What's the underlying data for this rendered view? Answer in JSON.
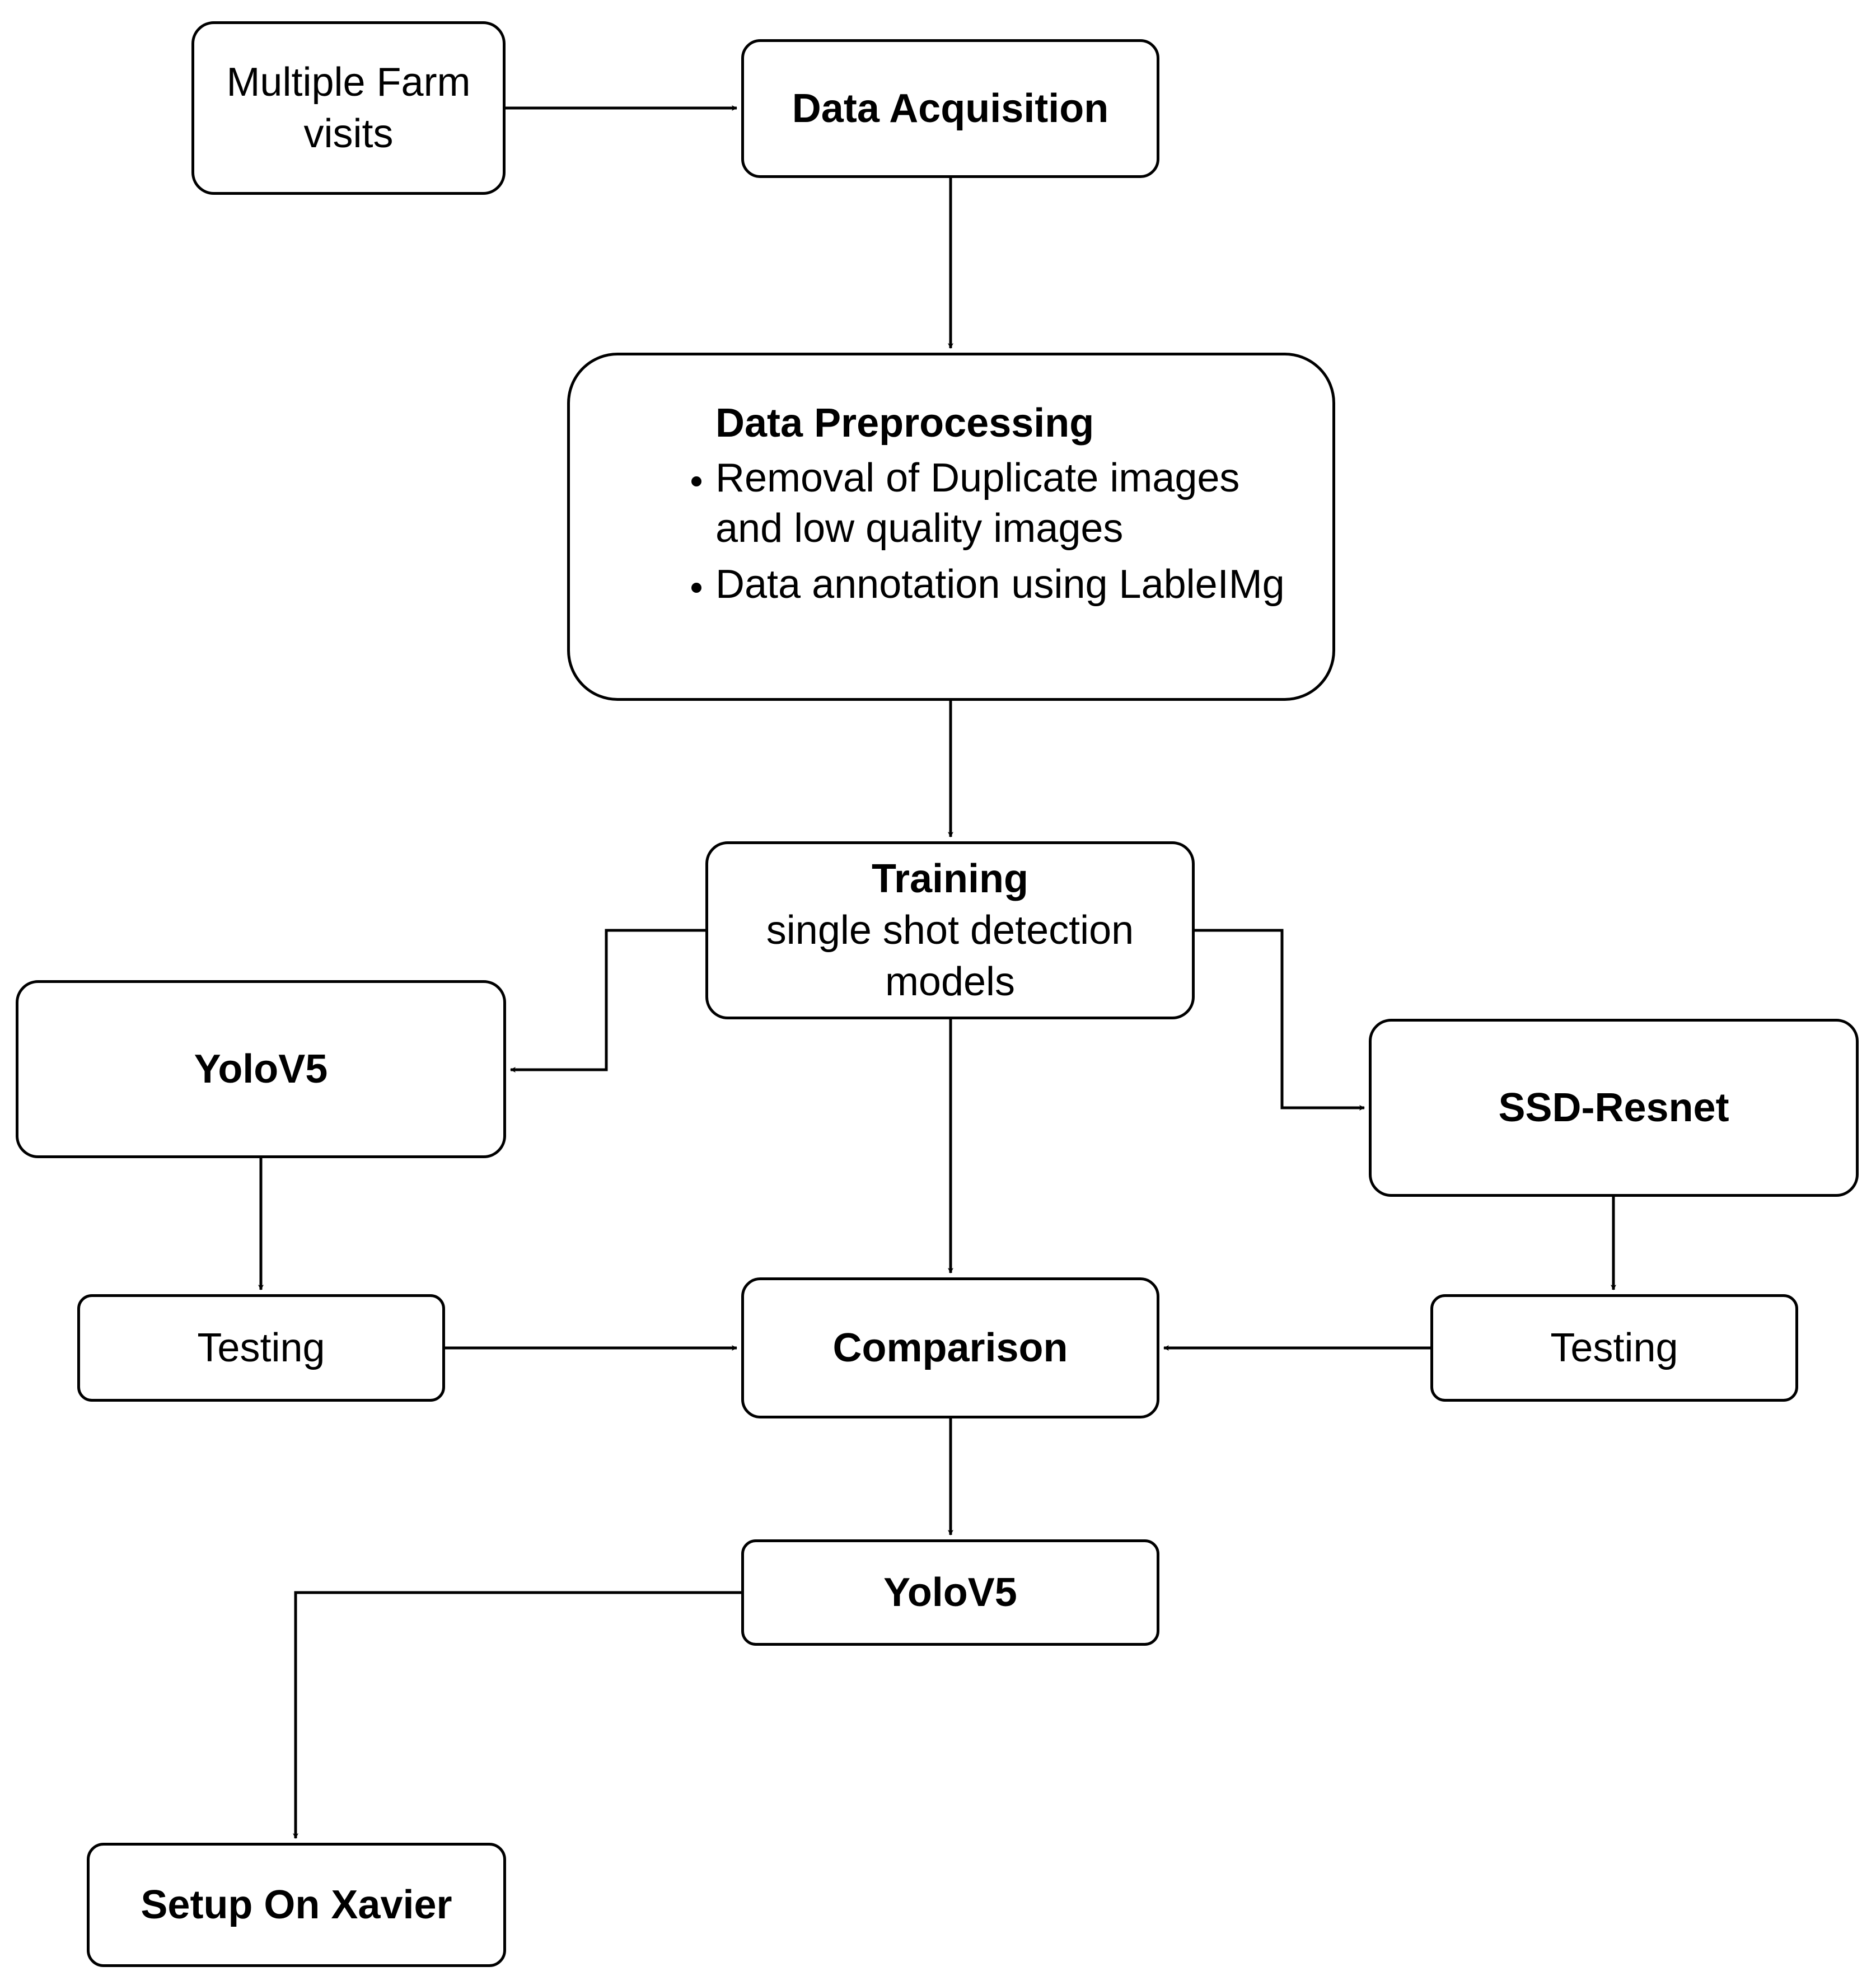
{
  "nodes": {
    "farm_visits": "Multiple Farm\nvisits",
    "data_acquisition": "Data Acquisition",
    "data_preprocessing": {
      "title": "Data Preprocessing",
      "bullets": [
        "Removal of Duplicate images and low quality images",
        "Data annotation using LableIMg"
      ]
    },
    "training": {
      "title": "Training",
      "subtitle": "single shot detection models"
    },
    "yolov5_model": "YoloV5",
    "ssd_resnet": "SSD-Resnet",
    "testing_left": "Testing",
    "testing_right": "Testing",
    "comparison": "Comparison",
    "yolov5_selected": "YoloV5",
    "setup_xavier": "Setup On Xavier"
  },
  "edges": [
    {
      "from": "farm_visits",
      "to": "data_acquisition"
    },
    {
      "from": "data_acquisition",
      "to": "data_preprocessing"
    },
    {
      "from": "data_preprocessing",
      "to": "training"
    },
    {
      "from": "training",
      "to": "yolov5_model"
    },
    {
      "from": "training",
      "to": "ssd_resnet"
    },
    {
      "from": "training",
      "to": "comparison"
    },
    {
      "from": "yolov5_model",
      "to": "testing_left"
    },
    {
      "from": "ssd_resnet",
      "to": "testing_right"
    },
    {
      "from": "testing_left",
      "to": "comparison"
    },
    {
      "from": "testing_right",
      "to": "comparison"
    },
    {
      "from": "comparison",
      "to": "yolov5_selected"
    },
    {
      "from": "yolov5_selected",
      "to": "setup_xavier"
    }
  ]
}
